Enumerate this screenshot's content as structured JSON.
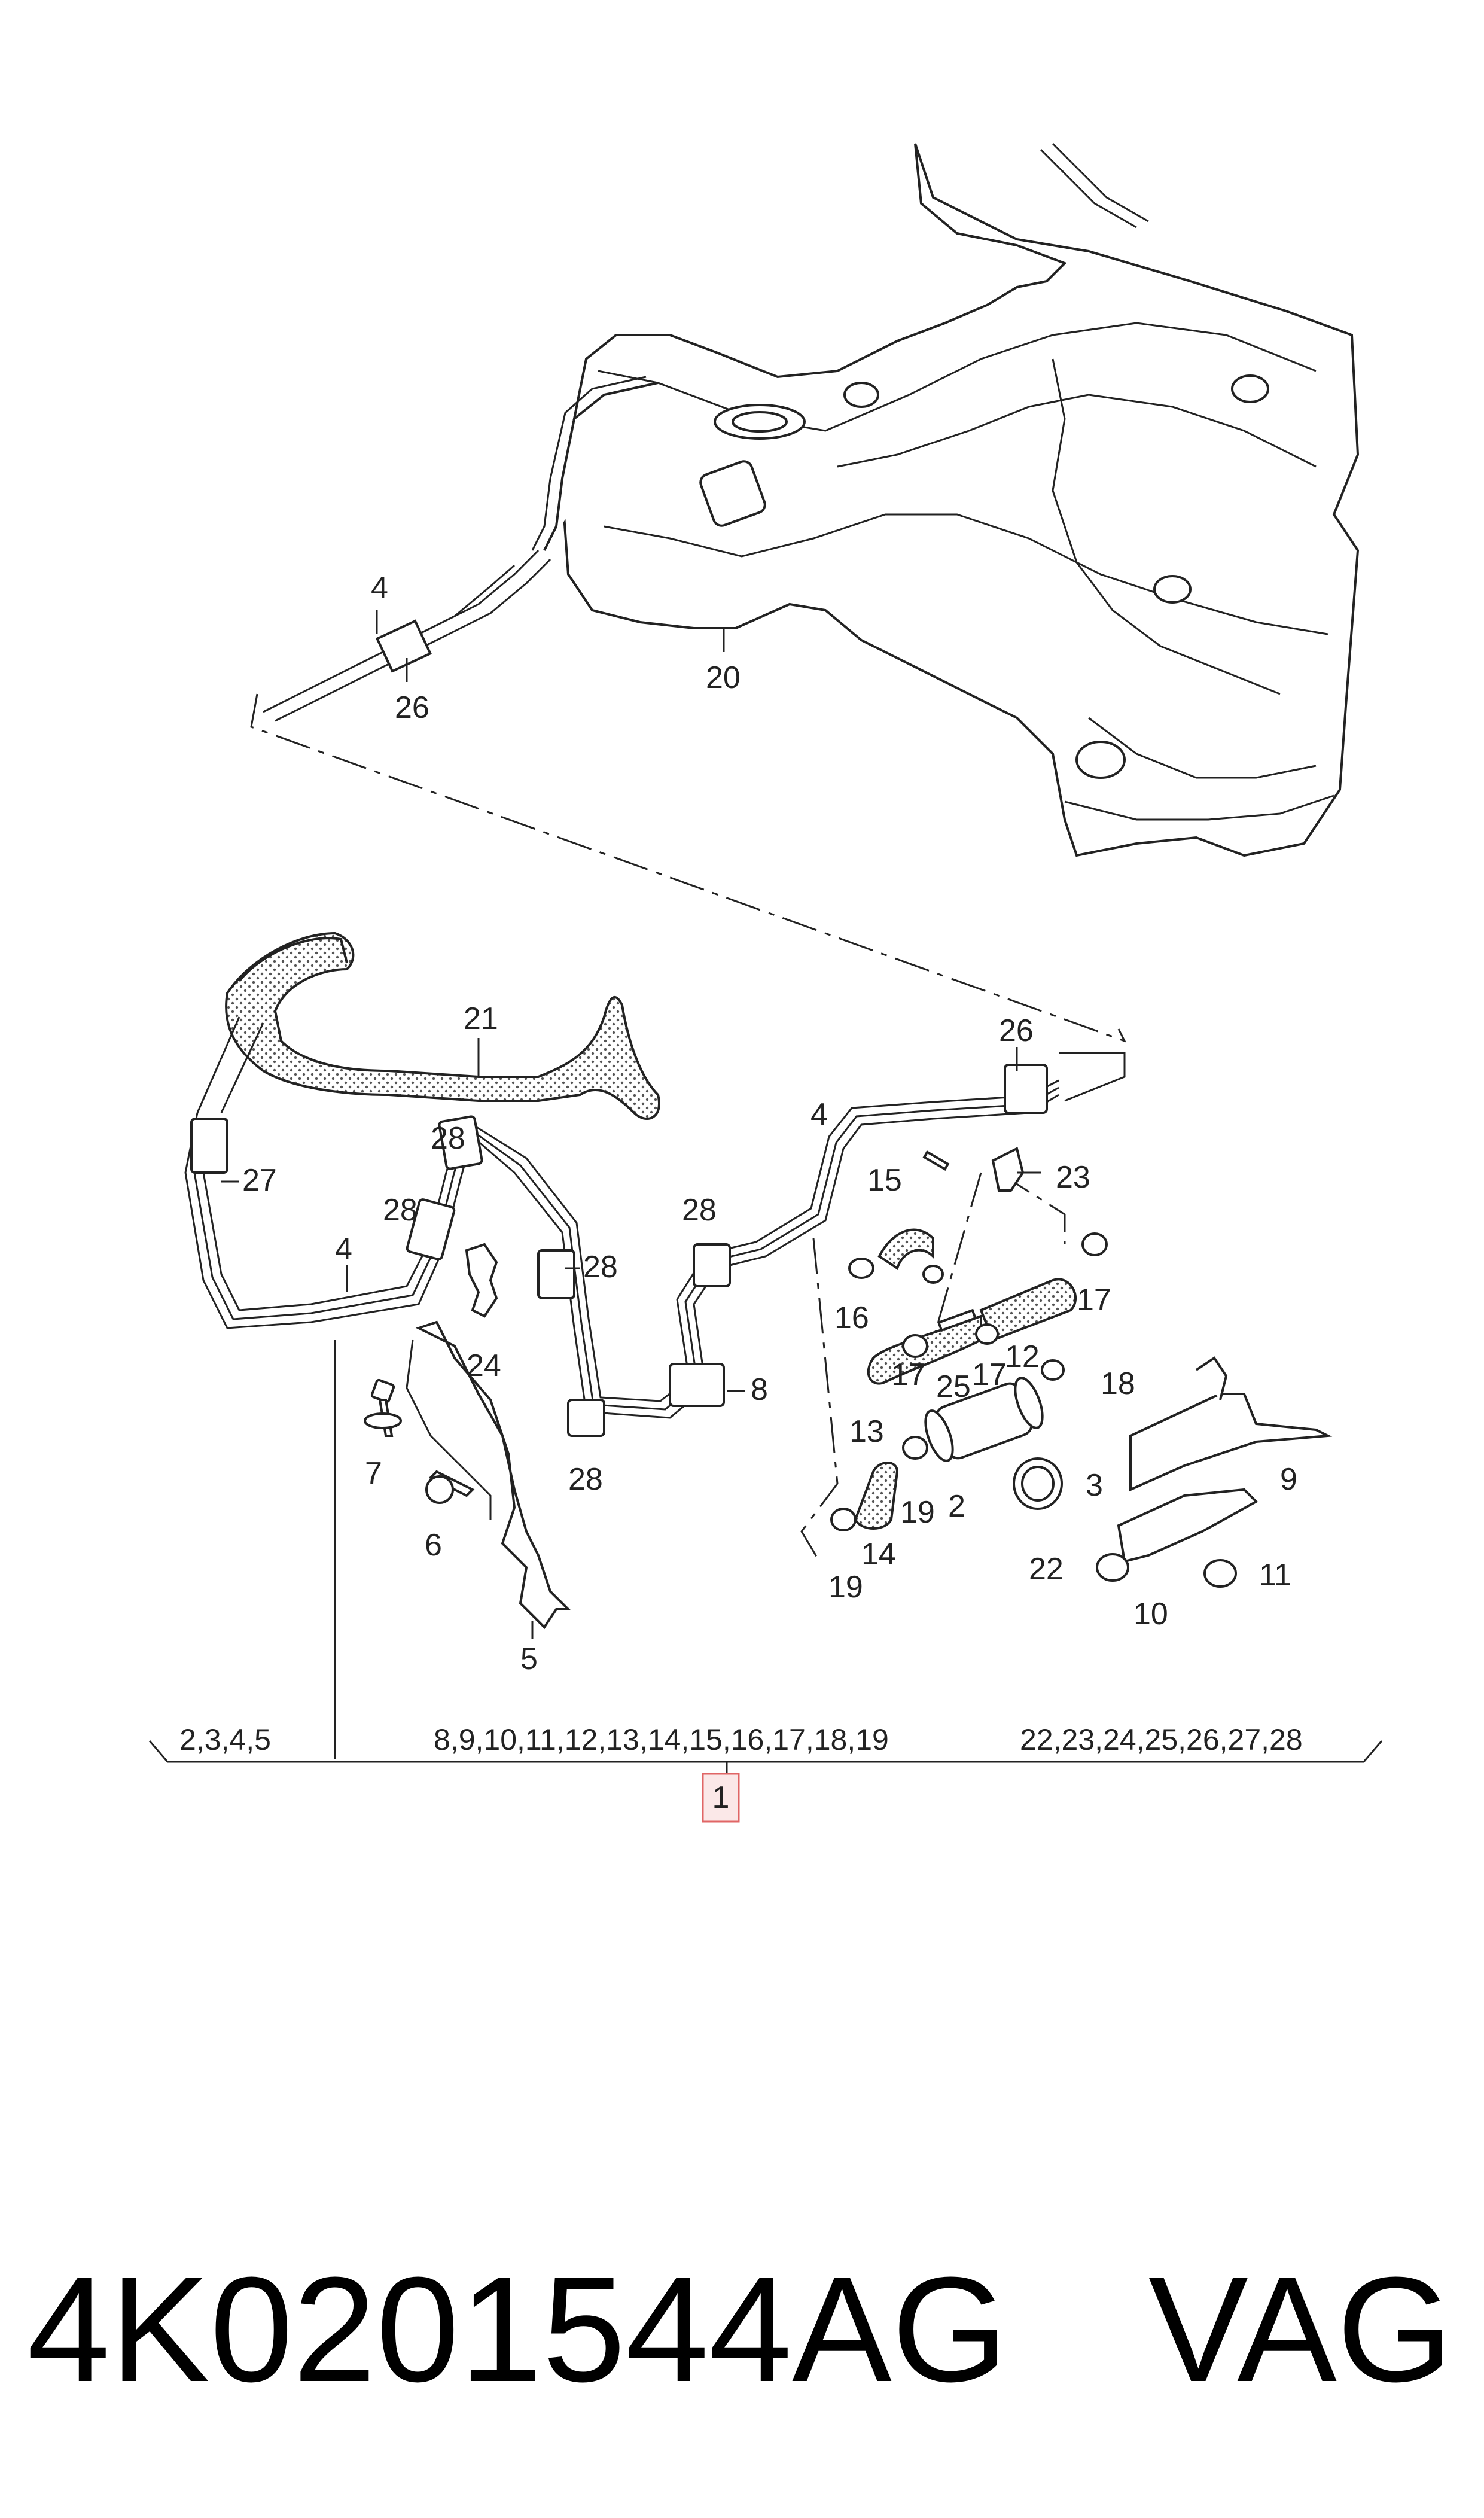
{
  "callouts": {
    "c4a": "4",
    "c26a": "26",
    "c20": "20",
    "c21": "21",
    "c26b": "26",
    "c27": "27",
    "c28a": "28",
    "c28b": "28",
    "c4b": "4",
    "c4c": "4",
    "c28c": "28",
    "c28d": "28",
    "c24": "24",
    "c8": "8",
    "c28e": "28",
    "c7": "7",
    "c6": "6",
    "c5": "5",
    "c15": "15",
    "c23": "23",
    "c16": "16",
    "c17a": "17",
    "c12": "12",
    "c17b": "17",
    "c25": "25",
    "c17c": "17",
    "c18": "18",
    "c13": "13",
    "c3": "3",
    "c2": "2",
    "c19a": "19",
    "c14": "14",
    "c19b": "19",
    "c9": "9",
    "c22": "22",
    "c10": "10",
    "c11": "11"
  },
  "groups": {
    "left": "2,3,4,5",
    "middle": "8,9,10,11,12,13,14,15,16,17,18,19",
    "right": "22,23,24,25,26,27,28"
  },
  "main_callout": "1",
  "part_number": "4K0201544AG",
  "brand": "VAG"
}
